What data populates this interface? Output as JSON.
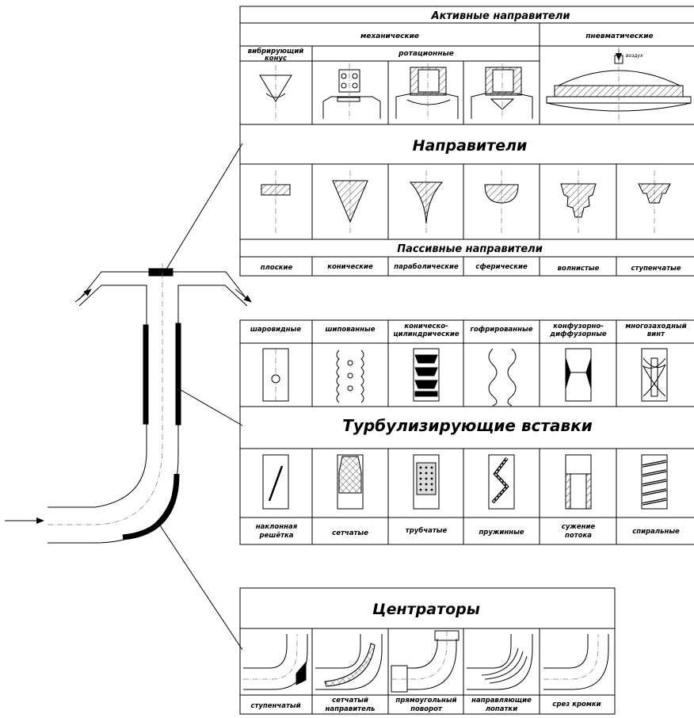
{
  "guides_table": {
    "title": "Активные направители",
    "mechanical": "механические",
    "pneumatic": "пневматические",
    "vibrating_cone": [
      "вибрирующий",
      "конус"
    ],
    "rotational": "ротационные",
    "air_label": "воздух",
    "center_title": "Направители",
    "passive_title": "Пассивные направители",
    "passive_types": [
      "плоские",
      "конические",
      "параболические",
      "сферические",
      "волнистые",
      "ступенчатые"
    ]
  },
  "inserts_table": {
    "title": "Турбулизирующие вставки",
    "top_labels": [
      [
        "шаровидные"
      ],
      [
        "шипованные"
      ],
      [
        "коническо-",
        "цилиндрические"
      ],
      [
        "гофрированные"
      ],
      [
        "конфузорно-",
        "диффузорные"
      ],
      [
        "многозаходный",
        "винт"
      ]
    ],
    "bottom_labels": [
      [
        "наклонная",
        "решётка"
      ],
      [
        "сетчатые"
      ],
      [
        "трубчатые"
      ],
      [
        "пружинные"
      ],
      [
        "сужение",
        "потока"
      ],
      [
        "спиральные"
      ]
    ]
  },
  "centrators_table": {
    "title": "Центраторы",
    "labels": [
      [
        "ступенчатый"
      ],
      [
        "сетчатый",
        "направитель"
      ],
      [
        "прямоугольный",
        "поворот"
      ],
      [
        "направляющие",
        "лопатки"
      ],
      [
        "срез кромки"
      ]
    ]
  }
}
